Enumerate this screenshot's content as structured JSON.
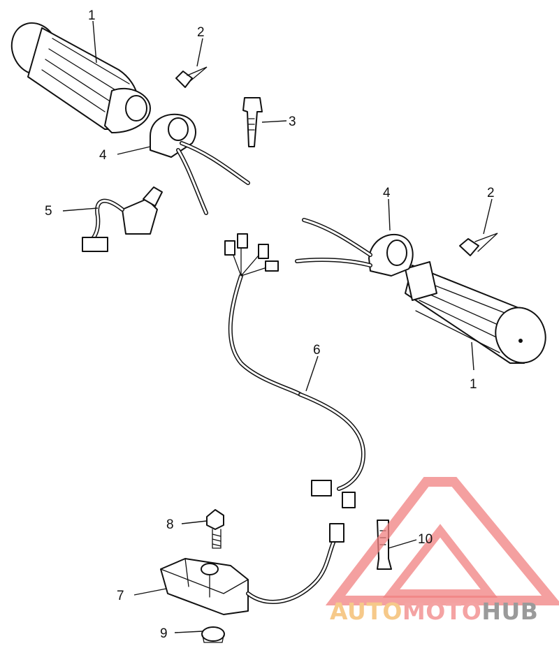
{
  "callouts": {
    "c1a": "1",
    "c1b": "1",
    "c2a": "2",
    "c2b": "2",
    "c3": "3",
    "c4a": "4",
    "c4b": "4",
    "c5": "5",
    "c6": "6",
    "c7": "7",
    "c8": "8",
    "c9": "9",
    "c10": "10"
  },
  "watermark": {
    "part1": "AUTO",
    "part2": "MOTO",
    "part3": "HUB",
    "color_auto": "#f6c98a",
    "color_moto": "#f4a3a3",
    "color_hub": "#9a9a9a",
    "triangle_color": "#f08080"
  }
}
